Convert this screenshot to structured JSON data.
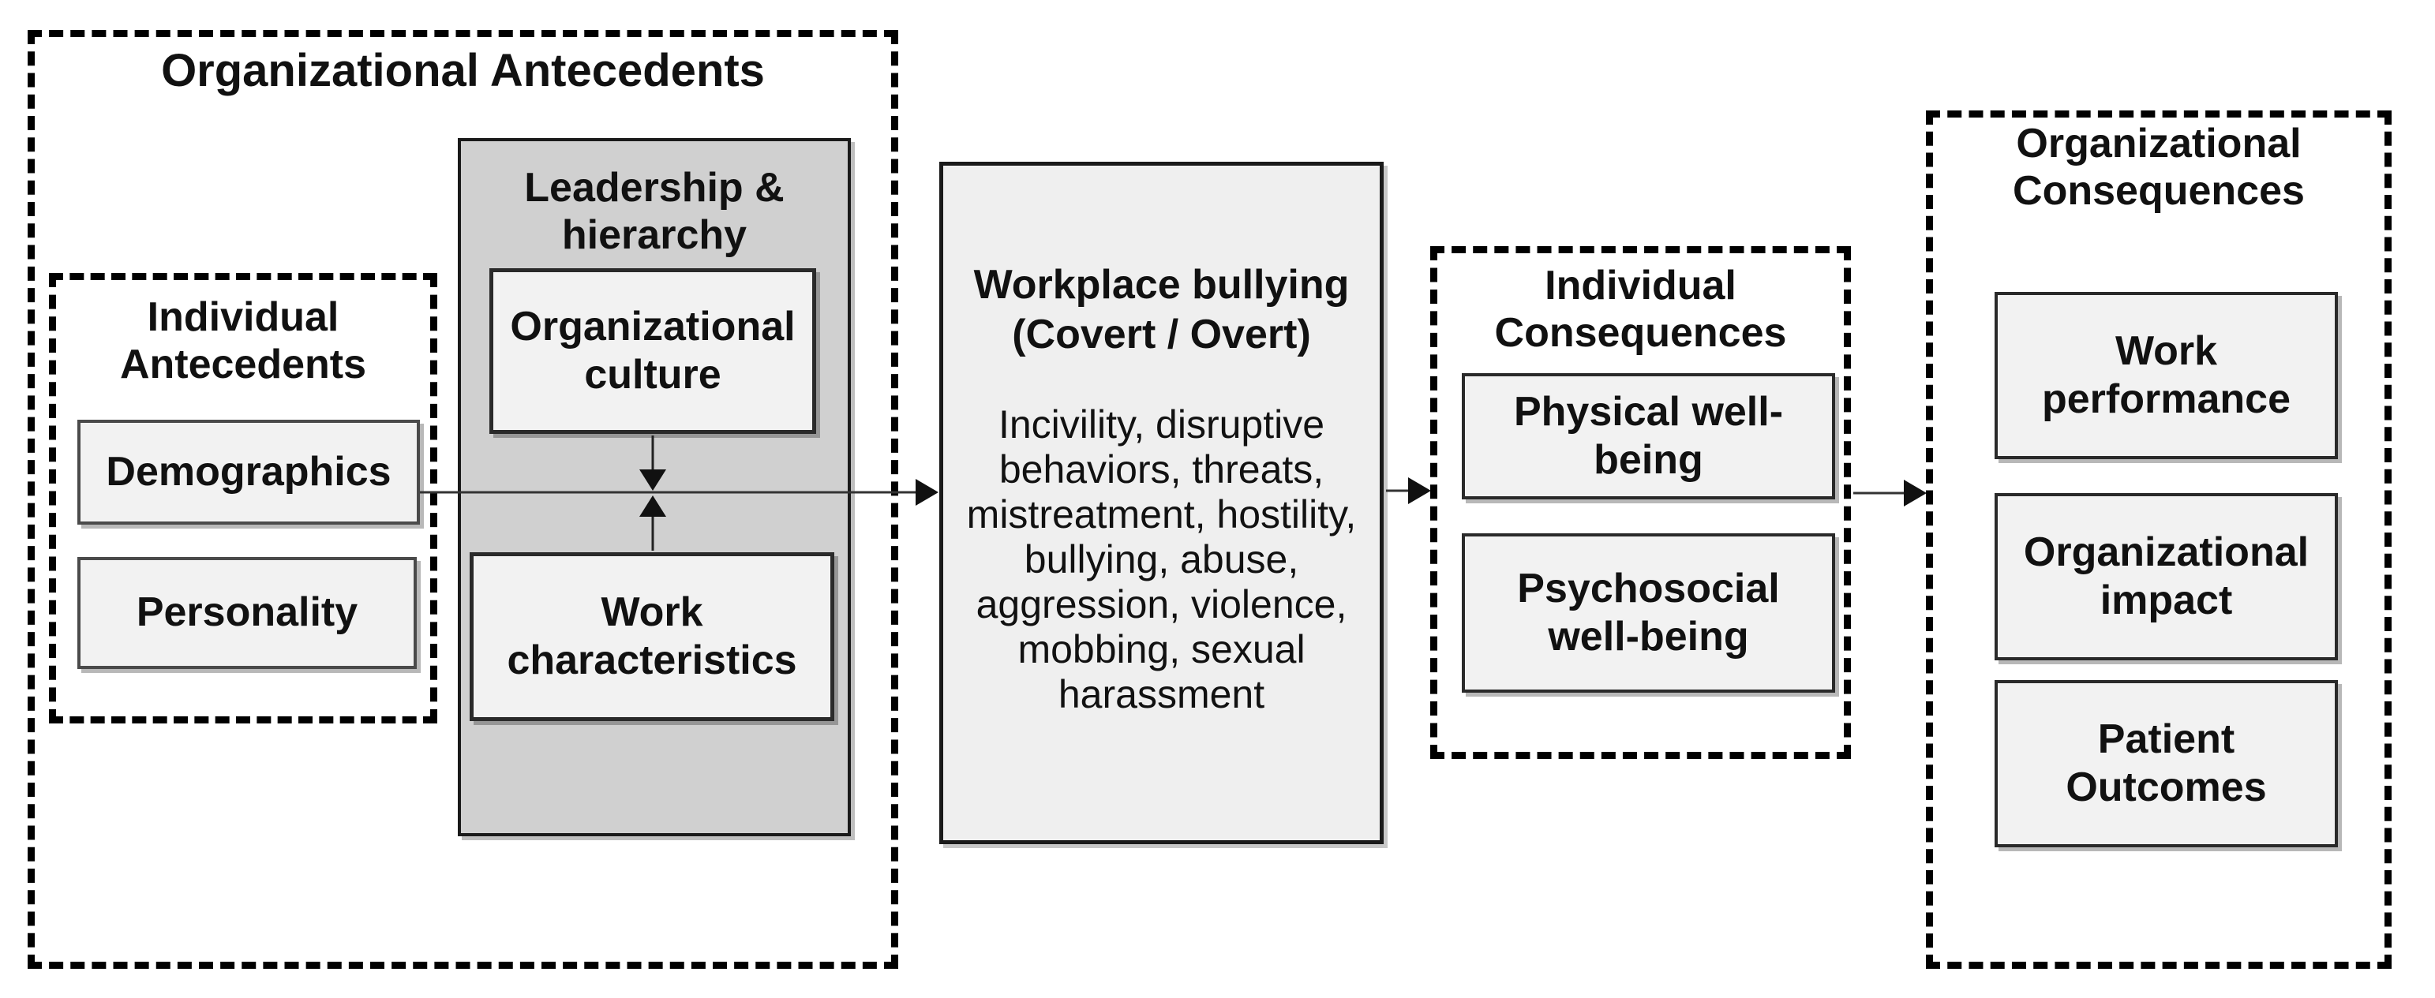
{
  "figure": {
    "org_antecedents": {
      "title": "Organizational Antecedents",
      "individual_antecedents": {
        "title": "Individual\nAntecedents",
        "items": [
          "Demographics",
          "Personality"
        ]
      },
      "leadership": {
        "title": "Leadership &\nhierarchy",
        "items": [
          "Organizational\nculture",
          "Work\ncharacteristics"
        ]
      }
    },
    "bullying": {
      "title": "Workplace bullying\n(Covert / Overt)",
      "body": "Incivility, disruptive behaviors, threats, mistreatment, hostility, bullying, abuse, aggression, violence, mobbing, sexual harassment"
    },
    "individual_consequences": {
      "title": "Individual\nConsequences",
      "items": [
        "Physical well-\nbeing",
        "Psychosocial\nwell-being"
      ]
    },
    "org_consequences": {
      "title": "Organizational\nConsequences",
      "items": [
        "Work\nperformance",
        "Organizational\nimpact",
        "Patient\nOutcomes"
      ]
    },
    "colors": {
      "leadership_panel_fill": "#d0d0d0",
      "inner_box_fill": "#f2f2f2",
      "bullying_box_fill": "#efefef",
      "border": "#1a1a1a",
      "dashed_border": "#000000",
      "background": "#ffffff"
    }
  }
}
